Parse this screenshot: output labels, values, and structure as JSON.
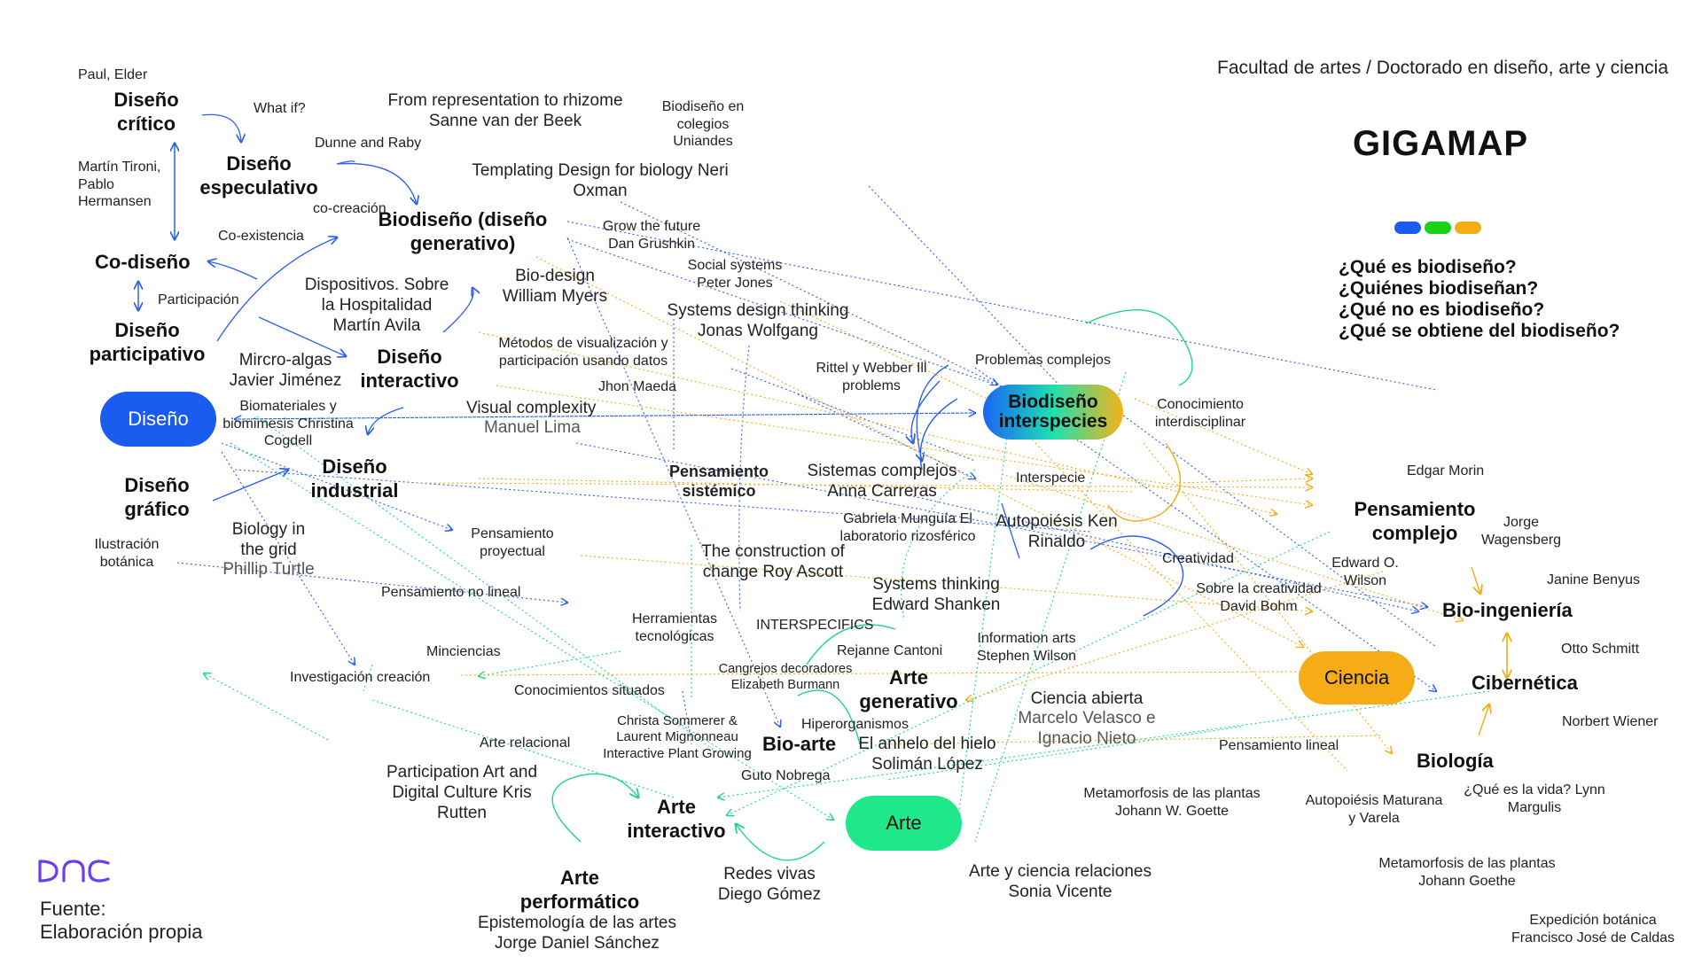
{
  "header": {
    "faculty": "Facultad de artes / Doctorado en diseño, arte y ciencia",
    "title": "GIGAMAP"
  },
  "legend_colors": [
    "#1a5cf0",
    "#18d318",
    "#f5ac16"
  ],
  "questions": [
    "¿Qué es biodiseño?",
    "¿Quiénes biodiseñan?",
    "¿Qué no es biodiseño?",
    "¿Qué se obtiene del biodiseño?"
  ],
  "hubs": {
    "diseno": "Diseño",
    "biodiseno_interspecies": "Biodiseño interspecies",
    "ciencia": "Ciencia",
    "arte": "Arte"
  },
  "design": {
    "critico": "Diseño crítico",
    "especulativo": "Diseño especulativo",
    "biodiseno": "Biodiseño (diseño generativo)",
    "codiseno": "Co-diseño",
    "participativo": "Diseño participativo",
    "interactivo": "Diseño interactivo",
    "grafico": "Diseño gráfico",
    "industrial": "Diseño industrial"
  },
  "design_refs": {
    "paul_elder": "Paul, Elder",
    "what_if": "What if?",
    "dunne_raby": "Dunne and Raby",
    "martin_tironi": "Martín Tironi, Pablo Hermansen",
    "cocreacion": "co-creación",
    "coexistencia": "Co-existencia",
    "participacion": "Participación",
    "rhizome": "From representation to rhizome Sanne van der Beek",
    "biodiseno_colegios": "Biodiseño en colegios Uniandes",
    "templating": "Templating Design for biology Neri Oxman",
    "grow_future": "Grow the future Dan Grushkin",
    "biodesign": "Bio-design William Myers",
    "social_systems": "Social systems Peter Jones",
    "systems_design": "Systems design thinking Jonas Wolfgang",
    "dispositivos": "Dispositivos. Sobre la Hospitalidad Martín Avila",
    "microalgas": "Mircro-algas Javier Jiménez",
    "metodos": "Métodos de visualización y participación usando datos",
    "jhon_maeda": "Jhon Maeda",
    "rittel": "Rittel y Webber Ill problems",
    "problemas_complejos": "Problemas complejos",
    "biomateriales": "Biomateriales y biomimesis Christina Cogdell",
    "visual_complexity": "Visual complexity",
    "manuel_lima": "Manuel Lima",
    "ilustracion": "Ilustración botánica",
    "biology_grid": "Biology in the grid",
    "phillip_turtle": "Phillip Turtle",
    "pensamiento_proyectual": "Pensamiento proyectual",
    "pensamiento_no_lineal": "Pensamiento no lineal",
    "investigacion_creacion": "Investigación creación",
    "minciencias": "Minciencias",
    "conocimientos_situados": "Conocimientos situados",
    "pensamiento_sistemico": "Pensamiento sistémico"
  },
  "center": {
    "sistemas_complejos": "Sistemas complejos Anna Carreras",
    "gabriela": "Gabriela Munguía El laboratorio rizosférico",
    "construction": "The construction of change Roy Ascott",
    "herramientas": "Herramientas tecnológicas",
    "interspecifics": "INTERSPECIFICS",
    "systems_thinking": "Systems thinking Edward Shanken",
    "rejanne": "Rejanne Cantoni",
    "cangrejos": "Cangrejos decoradores Elizabeth Burmann",
    "arte_generativo": "Arte generativo",
    "information_arts": "Information arts Stephen Wilson",
    "christa": "Christa Sommerer & Laurent Mignonneau Interactive Plant Growing",
    "hiperorganismos": "Hiperorganismos",
    "bio_arte": "Bio-arte",
    "anhelo": "El anhelo del hielo Solimán López",
    "guto": "Guto Nobrega",
    "ciencia_abierta": "Ciencia abierta",
    "ciencia_abierta_authors": "Marcelo Velasco e Ignacio Nieto",
    "arte_relacional": "Arte relacional",
    "participation_art": "Participation Art and Digital Culture Kris Rutten",
    "arte_interactivo": "Arte interactivo",
    "arte_performatico": "Arte performático",
    "epistemologia": "Epistemología de las artes Jorge Daniel Sánchez",
    "redes_vivas": "Redes vivas Diego Gómez",
    "arte_ciencia": "Arte y ciencia relaciones Sonia Vicente",
    "metamorfosis_goette": "Metamorfosis de las plantas Johann W. Goette"
  },
  "science": {
    "conocimiento": "Conocimiento interdisciplinar",
    "interspecie": "Interspecie",
    "autopoiesis_rinaldo": "Autopoiésis Ken Rinaldo",
    "creatividad": "Creatividad",
    "sobre_creatividad": "Sobre la creatividad David Bohm",
    "edgar_morin": "Edgar Morin",
    "pensamiento_complejo": "Pensamiento complejo",
    "jorge": "Jorge Wagensberg",
    "edward_wilson": "Edward O. Wilson",
    "janine": "Janine Benyus",
    "bioingenieria": "Bio-ingeniería",
    "otto": "Otto Schmitt",
    "cibernetica": "Cibernética",
    "norbert": "Norbert Wiener",
    "pensamiento_lineal": "Pensamiento lineal",
    "biologia": "Biología",
    "que_vida": "¿Qué es la vida? Lynn Margulis",
    "autopoiesis_maturana": "Autopoiésis Maturana y Varela",
    "metamorfosis_goethe": "Metamorfosis de las plantas Johann Goethe",
    "expedicion": "Expedición botánica Francisco José de Caldas"
  },
  "footer": {
    "logo_text": "DAC",
    "source_label": "Fuente:",
    "source_value": "Elaboración propia"
  }
}
